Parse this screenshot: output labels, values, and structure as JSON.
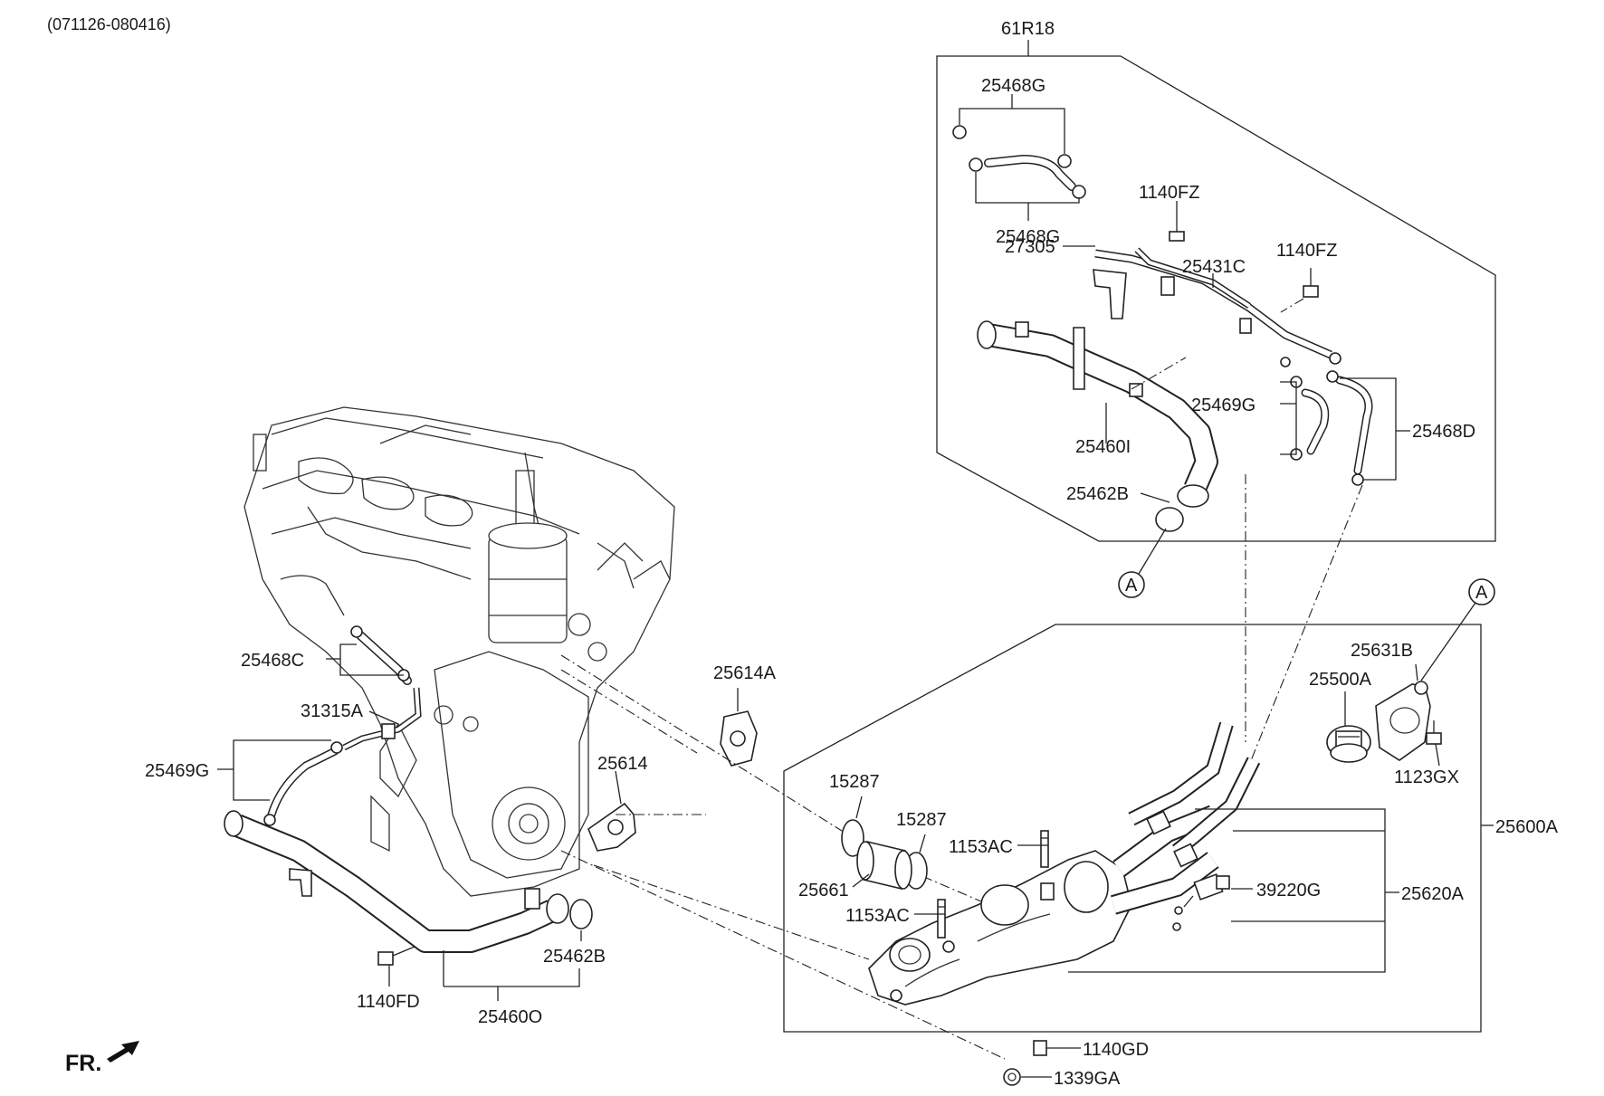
{
  "header": {
    "range": "(071126-080416)"
  },
  "direction": {
    "fr_label": "FR."
  },
  "groups": {
    "upper_box_id": "61R18",
    "lower_box_id": "25600A",
    "ref_a": "A"
  },
  "labels": {
    "p25468G_top": "25468G",
    "p25468G_bot": "25468G",
    "p1140FZ_a": "1140FZ",
    "p1140FZ_b": "1140FZ",
    "p27305": "27305",
    "p25431C": "25431C",
    "p25469G_up": "25469G",
    "p25468D": "25468D",
    "p25460I": "25460I",
    "p25462B_up": "25462B",
    "p25468C": "25468C",
    "p31315A": "31315A",
    "p25469G_lo": "25469G",
    "p25614A": "25614A",
    "p25614": "25614",
    "p25462B_lo": "25462B",
    "p1140FD": "1140FD",
    "p25460O": "25460O",
    "p15287_a": "15287",
    "p15287_b": "15287",
    "p1153AC_a": "1153AC",
    "p1153AC_b": "1153AC",
    "p25661": "25661",
    "p39220G": "39220G",
    "p25620A": "25620A",
    "p25631B": "25631B",
    "p25500A": "25500A",
    "p1123GX": "1123GX",
    "p1140GD": "1140GD",
    "p1339GA": "1339GA"
  }
}
